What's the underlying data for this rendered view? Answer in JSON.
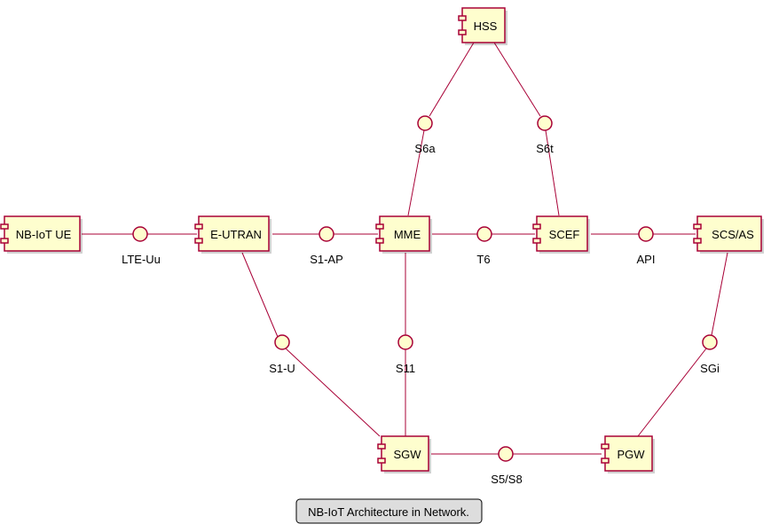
{
  "components": {
    "ue": "NB-IoT UE",
    "eutran": "E-UTRAN",
    "mme": "MME",
    "scef": "SCEF",
    "scs": "SCS/AS",
    "hss": "HSS",
    "sgw": "SGW",
    "pgw": "PGW"
  },
  "interfaces": {
    "lte_uu": "LTE-Uu",
    "s1_ap": "S1-AP",
    "t6": "T6",
    "api": "API",
    "s6a": "S6a",
    "s6t": "S6t",
    "s1_u": "S1-U",
    "s11": "S11",
    "sgi": "SGi",
    "s5_s8": "S5/S8"
  },
  "caption": "NB-IoT Architecture in Network.",
  "colors": {
    "component_fill": "#FEFECE",
    "border": "#A80036",
    "caption_fill": "#DDDDDD"
  }
}
